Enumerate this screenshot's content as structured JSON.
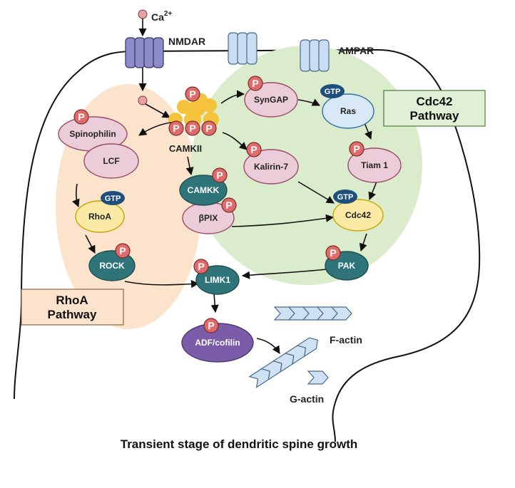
{
  "caption": "Transient stage of dendritic spine growth",
  "labels": {
    "calcium": "Ca",
    "calcium_charge": "2+",
    "nmdar": "NMDAR",
    "ampar": "AMPAR",
    "camkii": "CAMKII",
    "f_actin": "F-actin",
    "g_actin": "G-actin"
  },
  "pathways": {
    "rhoa": {
      "line1": "RhoA",
      "line2": "Pathway"
    },
    "cdc42": {
      "line1": "Cdc42",
      "line2": "Pathway"
    }
  },
  "nodes": {
    "spinophilin": "Spinophilin",
    "lcf": "LCF",
    "rhoa": "RhoA",
    "rock": "ROCK",
    "syngap": "SynGAP",
    "ras": "Ras",
    "kalirin": "Kalirin-7",
    "tiam": "Tiam 1",
    "camkk": "CAMKK",
    "bpix": "βPIX",
    "cdc42": "Cdc42",
    "pak": "PAK",
    "limk1": "LIMK1",
    "cofilin": "ADF/cofilin"
  },
  "badges": {
    "phospho": "P",
    "gtp": "GTP"
  },
  "colors": {
    "rhoa_region": "#fbe3cc",
    "cdc42_region": "#dbeccd",
    "rhoa_box": "#fbe3cc",
    "cdc42_box": "#dff0d6",
    "pink_node": "#ebcdd9",
    "yellow_node": "#fbe9a6",
    "blue_node": "#d8e8f7",
    "teal_node": "#2f7478",
    "purple_node": "#7a5ca8",
    "phospho": "#e06b6b",
    "gtp": "#1f4f7d",
    "camkii": "#f5c33b",
    "receptor_nmdar": "#8b8cc8",
    "receptor_ampar": "#c9def3",
    "actin": "#cfe2f3"
  }
}
